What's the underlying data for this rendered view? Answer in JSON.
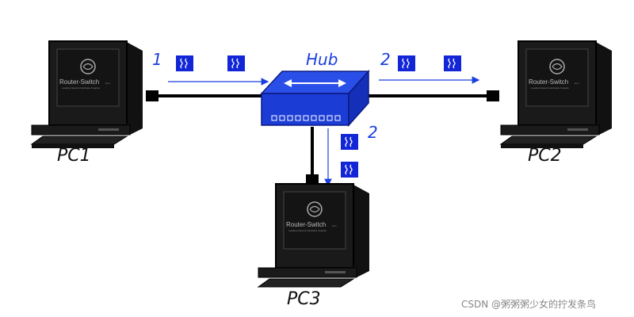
{
  "nodes": {
    "pc1": {
      "label": "PC1"
    },
    "pc2": {
      "label": "PC2"
    },
    "pc3": {
      "label": "PC3"
    },
    "hub": {
      "label": "Hub"
    }
  },
  "screen_brand": "Router-Switch",
  "screen_brand_suffix": ".com",
  "screen_tagline": "Leading Network Hardware Supplier",
  "steps": {
    "pc1_to_hub": "1",
    "hub_to_pc2": "2",
    "hub_to_pc3": "2"
  },
  "packet_icon": "signal-wave-icon",
  "colors": {
    "accent_blue": "#1a3fe0",
    "hub_blue": "#2a4fe8",
    "packet_blue": "#1226d8",
    "cable_black": "#000000"
  },
  "watermark": "CSDN @粥粥粥少女的拧发条鸟"
}
